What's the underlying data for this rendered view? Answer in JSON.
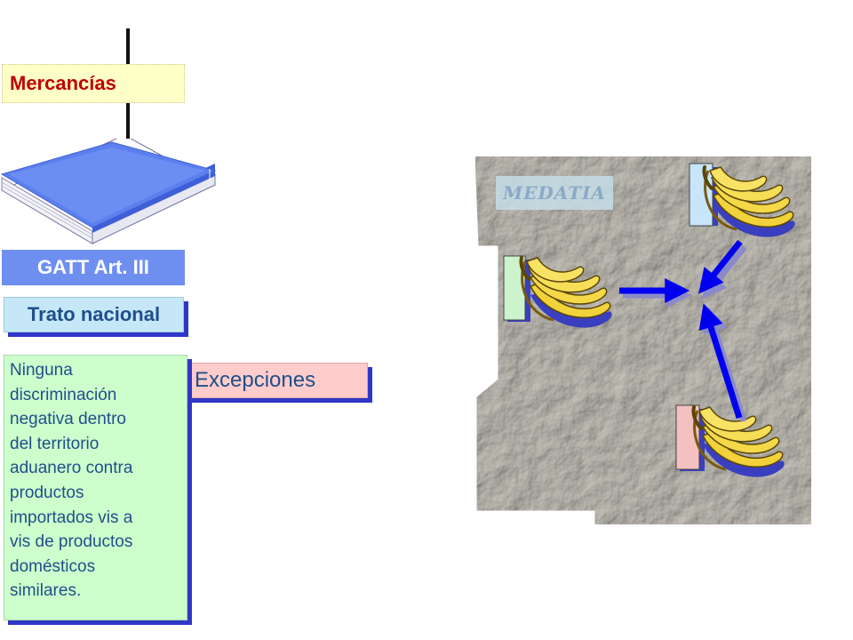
{
  "labels": {
    "mercancias": "Mercancías",
    "gatt": "GATT Art. III",
    "trato": "Trato nacional",
    "excepciones": "Excepciones",
    "ninguna": "Ninguna\ndiscriminación\nnegativa dentro\ndel territorio\naduanero contra\nproductos\nimportados vis a\nvis de productos\ndomésticos\nsimilares."
  },
  "panel": {
    "label": "MEDATIA"
  },
  "icons": {
    "book": "book-icon",
    "banana": "banana-bunch-icon",
    "arrow": "arrow-icon",
    "background": "crumpled-paper-texture"
  },
  "colors": {
    "mercancias_bg": "#ffffc8",
    "mercancias_text": "#c00000",
    "gatt_bg": "#6f8ff0",
    "trato_bg": "#c6e7f7",
    "excepciones_bg": "#ffcccc",
    "ninguna_bg": "#ccffcc",
    "text_blue": "#1f4f8a",
    "shadow": "#2f36c8",
    "arrow": "#0000ee",
    "tag_blue": "#c7e6fb",
    "tag_green": "#ccf3cc",
    "tag_pink": "#f5c0c0",
    "banana": "#f2d23a"
  }
}
